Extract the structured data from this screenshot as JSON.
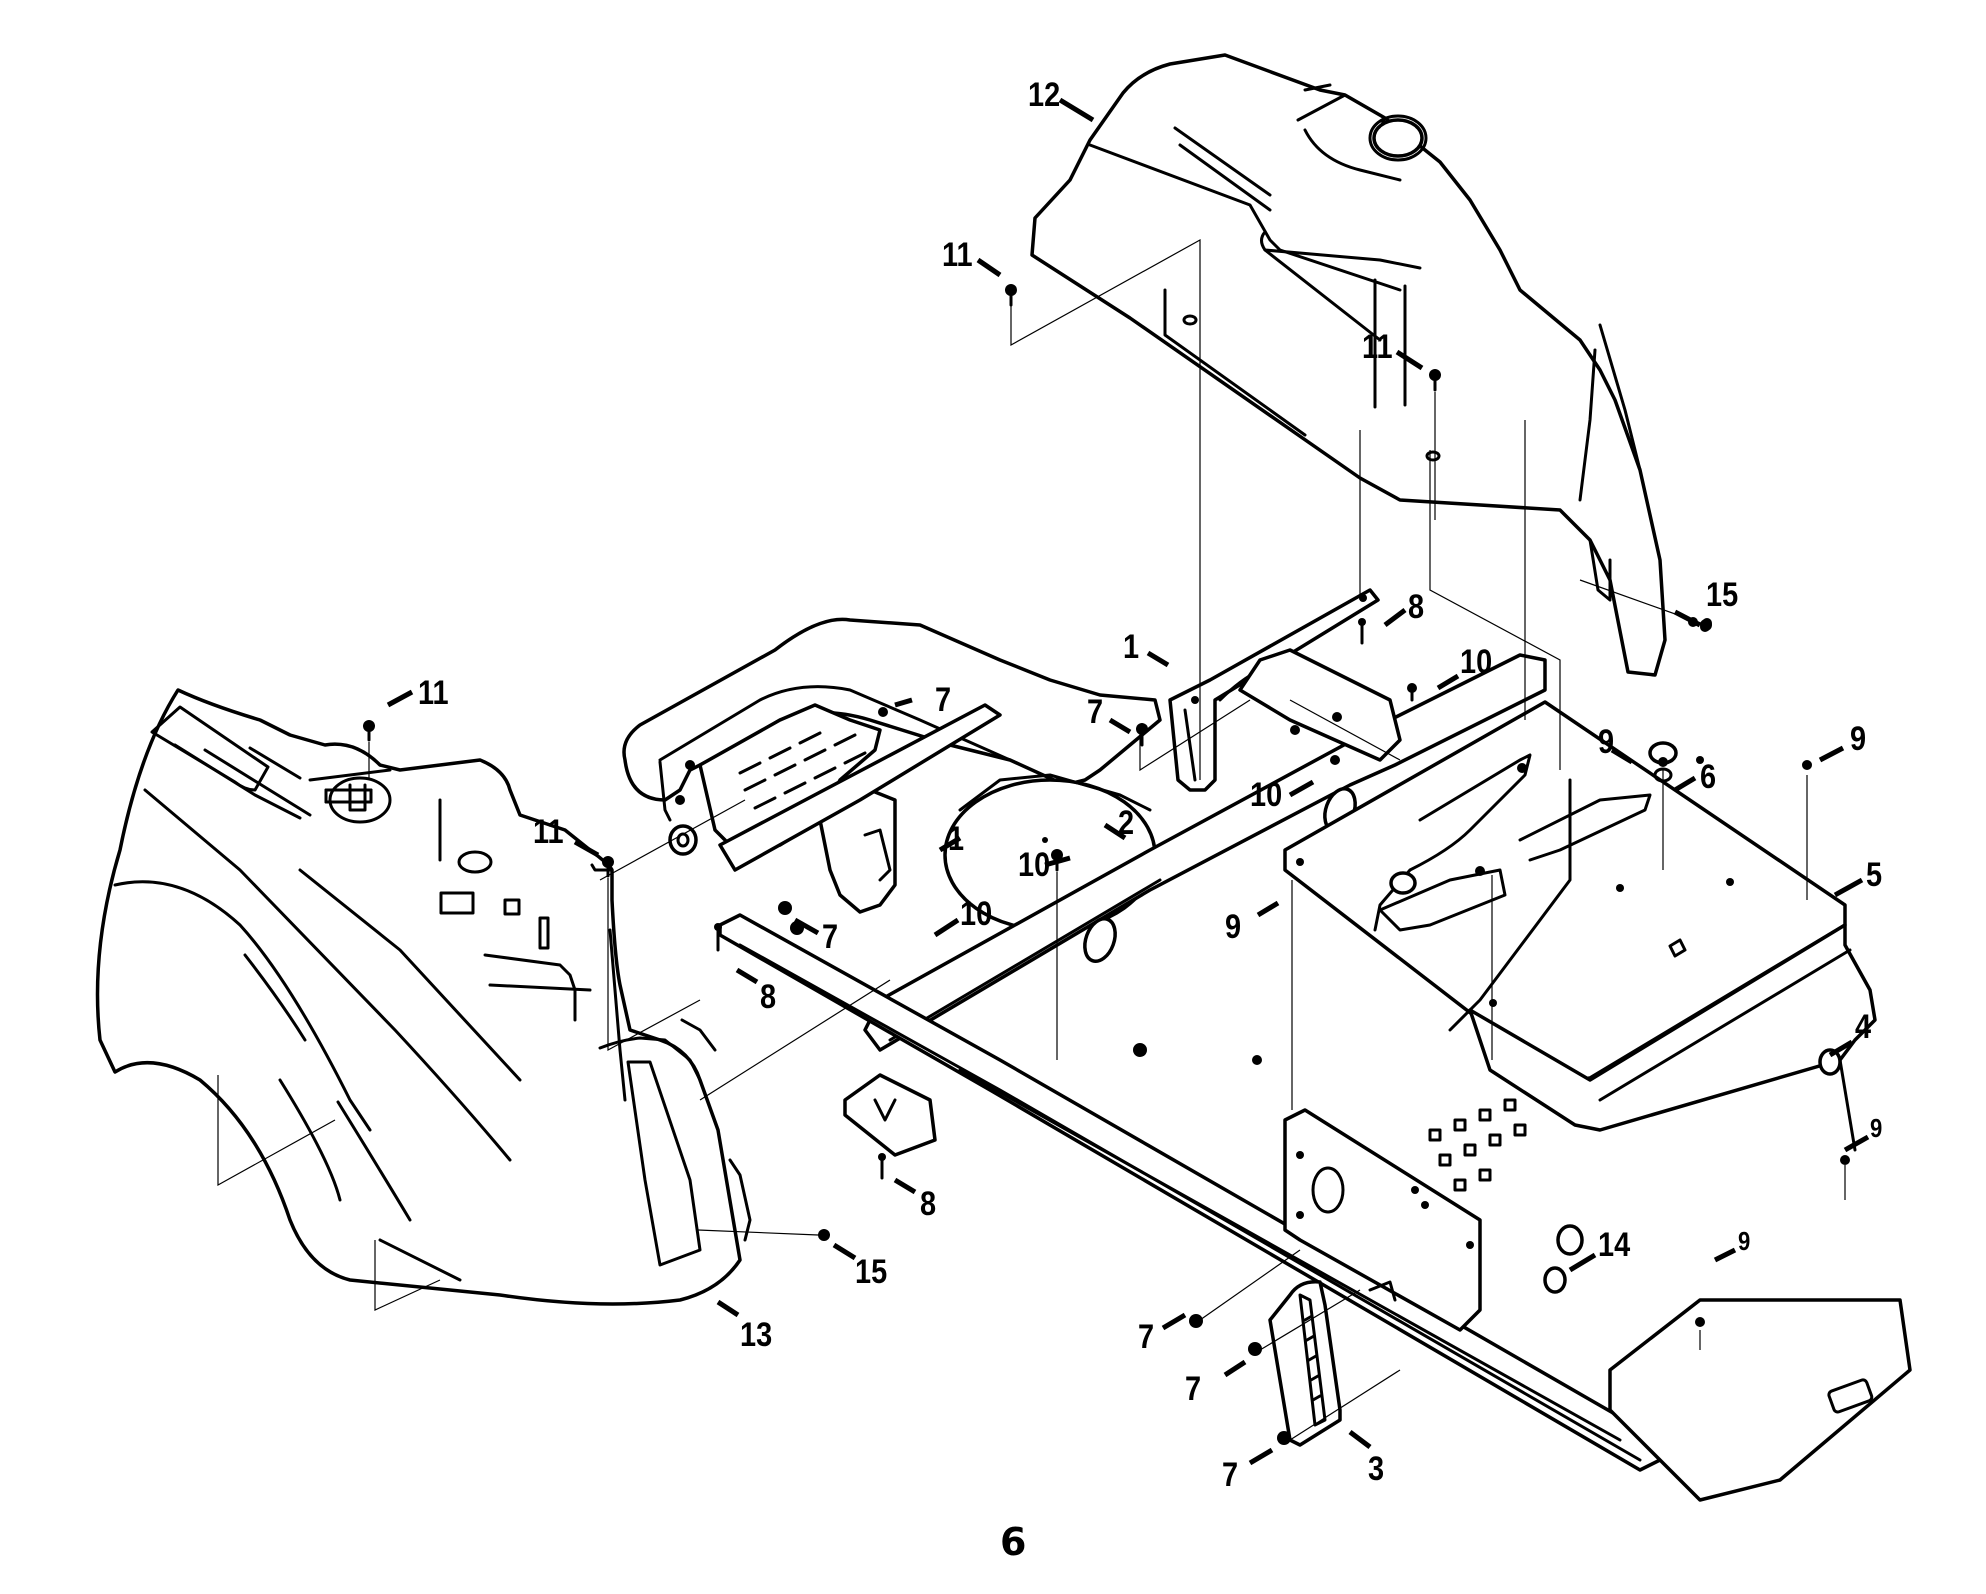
{
  "diagram": {
    "type": "exploded-parts-view",
    "subject": "Riding mower frame, fenders and hood assembly",
    "page_number": "6",
    "callouts": [
      {
        "id": "c12",
        "label": "12",
        "part": "rear-fender-upper-body"
      },
      {
        "id": "c11a",
        "label": "11",
        "part": "screw-rear-fender-left"
      },
      {
        "id": "c11b",
        "label": "11",
        "part": "screw-rear-fender-center"
      },
      {
        "id": "c15a",
        "label": "15",
        "part": "screw-rear-fender-side"
      },
      {
        "id": "c8a",
        "label": "8",
        "part": "bolt-upper-bracket"
      },
      {
        "id": "c1",
        "label": "1",
        "part": "rear-bracket"
      },
      {
        "id": "c10a",
        "label": "10",
        "part": "bolt-rear-frame"
      },
      {
        "id": "c7a",
        "label": "7",
        "part": "nut-rear-bracket"
      },
      {
        "id": "c10b",
        "label": "10",
        "part": "bolt-bracket-side"
      },
      {
        "id": "c9a",
        "label": "9",
        "part": "bolt-plate-left"
      },
      {
        "id": "c9b",
        "label": "9",
        "part": "bolt-plate-right"
      },
      {
        "id": "c6",
        "label": "6",
        "part": "grommet"
      },
      {
        "id": "c5",
        "label": "5",
        "part": "floor-plate"
      },
      {
        "id": "c11c",
        "label": "11",
        "part": "screw-front-fender-top"
      },
      {
        "id": "c7b",
        "label": "7",
        "part": "nut-seat-bracket"
      },
      {
        "id": "c11d",
        "label": "11",
        "part": "screw-front-fender-mid"
      },
      {
        "id": "c1b",
        "label": "1",
        "part": "front-bracket"
      },
      {
        "id": "c2",
        "label": "2",
        "part": "frame-ring"
      },
      {
        "id": "c10c",
        "label": "10",
        "part": "bolt-ring-center"
      },
      {
        "id": "c10d",
        "label": "10",
        "part": "bolt-ring-lower"
      },
      {
        "id": "c7c",
        "label": "7",
        "part": "nut-front-frame"
      },
      {
        "id": "c8b",
        "label": "8",
        "part": "bolt-front-frame"
      },
      {
        "id": "c9c",
        "label": "9",
        "part": "bolt-plate-front"
      },
      {
        "id": "c4",
        "label": "4",
        "part": "frame-rail-assembly"
      },
      {
        "id": "c9d",
        "label": "9",
        "part": "bolt-rail-side"
      },
      {
        "id": "c8c",
        "label": "8",
        "part": "bolt-foot-mount"
      },
      {
        "id": "c14",
        "label": "14",
        "part": "bushing"
      },
      {
        "id": "c9e",
        "label": "9",
        "part": "bolt-rail-lower"
      },
      {
        "id": "c15b",
        "label": "15",
        "part": "screw-front-fender-side"
      },
      {
        "id": "c13",
        "label": "13",
        "part": "front-fender-body"
      },
      {
        "id": "c7d",
        "label": "7",
        "part": "nut-pedal-upper"
      },
      {
        "id": "c7e",
        "label": "7",
        "part": "nut-pedal-middle"
      },
      {
        "id": "c7f",
        "label": "7",
        "part": "nut-pedal-lower"
      },
      {
        "id": "c3",
        "label": "3",
        "part": "pedal-bracket"
      }
    ]
  }
}
